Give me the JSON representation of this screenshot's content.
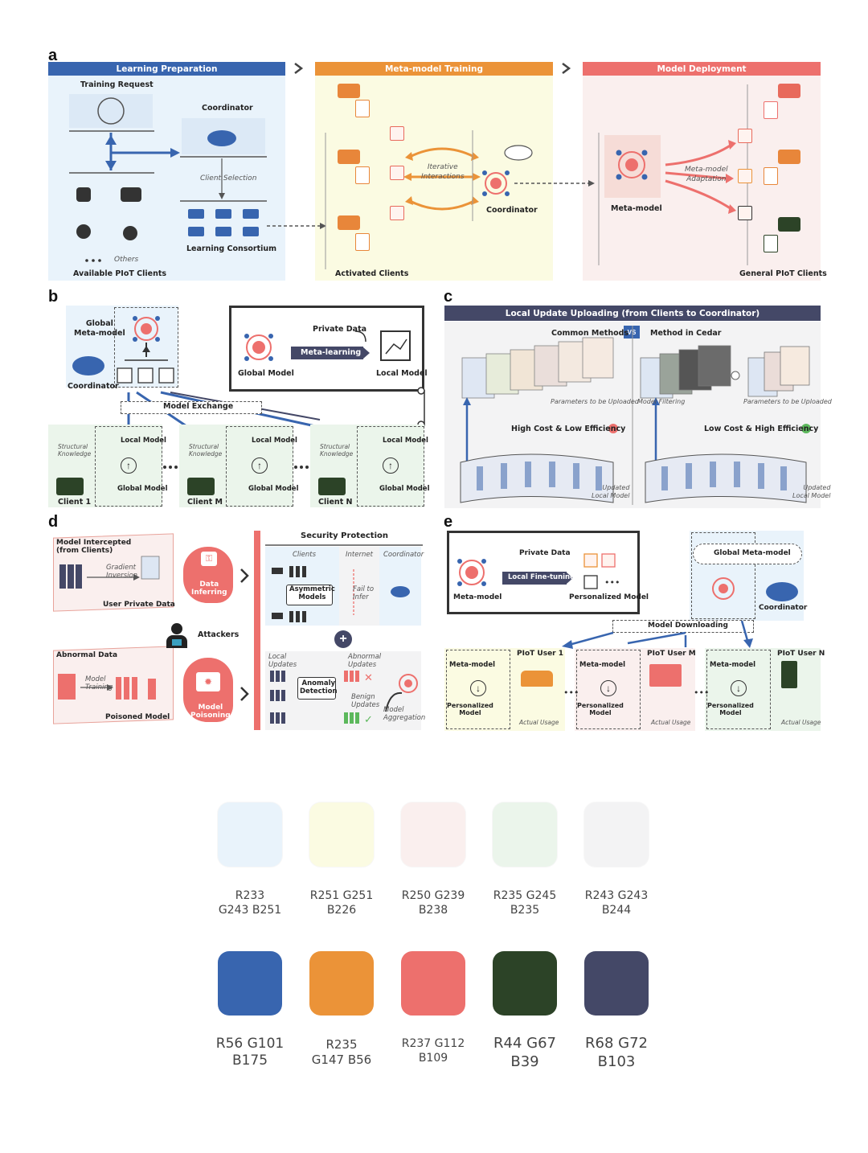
{
  "panels": {
    "a": {
      "letter": "a",
      "bars": [
        "Learning Preparation",
        "Meta-model Training",
        "Model Deployment"
      ],
      "training_request": "Training Request",
      "coordinator": "Coordinator",
      "client_selection": "Client Selection",
      "learning_consortium": "Learning Consortium",
      "others": "Others",
      "available_clients": "Available PIoT Clients",
      "activated_clients": "Activated Clients",
      "iterative_interactions": "Iterative\nInteractions",
      "coordinator2": "Coordinator",
      "meta_model": "Meta-model",
      "meta_model_adaptation": "Meta-model\nAdaptation",
      "general_clients": "General PIoT Clients"
    },
    "b": {
      "letter": "b",
      "global_meta_model": "Global\nMeta-model",
      "coordinator": "Coordinator",
      "private_data": "Private Data",
      "meta_learning": "Meta-learning",
      "global_model": "Global Model",
      "local_model": "Local Model",
      "model_exchange": "Model Exchange",
      "structural_knowledge": "Structural\nKnowledge",
      "local_model_label": "Local Model",
      "global_model_label": "Global Model",
      "clients": [
        "Client 1",
        "Client M",
        "Client N"
      ]
    },
    "c": {
      "letter": "c",
      "bar": "Local Update Uploading (from Clients to Coordinator)",
      "common_methods": "Common Methods",
      "vs": "VS",
      "method_in_cedar": "Method in Cedar",
      "params_uploaded": "Parameters to be Uploaded",
      "model_filtering": "Model Filtering",
      "high_cost": "High Cost & Low Efficiency",
      "low_cost": "Low Cost & High Efficiency",
      "updated_local_model": "Updated\nLocal Model"
    },
    "d": {
      "letter": "d",
      "model_intercepted": "Model Intercepted\n(from Clients)",
      "gradient_inversion": "Gradient\nInversion",
      "user_private_data": "User Private Data",
      "data_inferring": "Data\nInferring",
      "attackers": "Attackers",
      "abnormal_data": "Abnormal Data",
      "model_training": "Model\nTraining",
      "poisoned_model": "Poisoned Model",
      "model_poisoning": "Model\nPoisoning",
      "security_protection": "Security Protection",
      "clients": "Clients",
      "internet": "Internet",
      "coordinator": "Coordinator",
      "asymmetric_models": "Asymmetric\nModels",
      "fail_to_infer": "Fail to\nInfer",
      "local_updates": "Local\nUpdates",
      "anomaly_detection": "Anomaly\nDetection",
      "abnormal_updates": "Abnormal\nUpdates",
      "benign_updates": "Benign\nUpdates",
      "model_aggregation": "Model\nAggregation"
    },
    "e": {
      "letter": "e",
      "private_data": "Private Data",
      "meta_model": "Meta-model",
      "local_fine_tuning": "Local Fine-tuning",
      "personalized_model": "Personalized Model",
      "global_meta_model": "Global Meta-model",
      "coordinator": "Coordinator",
      "model_downloading": "Model Downloading",
      "users": [
        "PIoT User 1",
        "PIoT User M",
        "PIoT User N"
      ],
      "meta_model_label": "Meta-model",
      "personalized_label": "Personalized\nModel",
      "actual_usage": "Actual Usage"
    }
  },
  "palette": {
    "row1": [
      {
        "color": "#E9F3FB",
        "label": "R233\nG243 B251"
      },
      {
        "color": "#FBFBE2",
        "label": "R251 G251\nB226"
      },
      {
        "color": "#FAEFEE",
        "label": "R250 G239\nB238"
      },
      {
        "color": "#EBF5EB",
        "label": "R235 G245\nB235"
      },
      {
        "color": "#F3F3F4",
        "label": "R243 G243\nB244"
      }
    ],
    "row2": [
      {
        "color": "#3865AF",
        "label": "R56 G101\nB175"
      },
      {
        "color": "#EB9338",
        "label": "R235\nG147 B56"
      },
      {
        "color": "#ED706D",
        "label": "R237 G112\nB109"
      },
      {
        "color": "#2C4327",
        "label": "R44 G67\nB39"
      },
      {
        "color": "#444867",
        "label": "R68 G72\nB103"
      }
    ]
  }
}
